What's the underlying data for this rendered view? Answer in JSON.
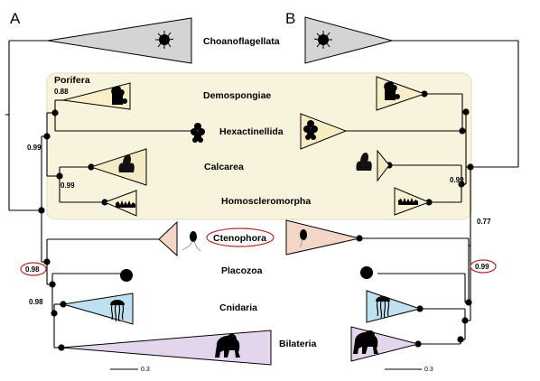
{
  "colors": {
    "choanoflagellata": "#d4d4d4",
    "porifera_box": "#f7f3dd",
    "porifera_box_stroke": "#e2dcb4",
    "demospongiae": "#f8efc8",
    "hexactinellida": "#f6ecc0",
    "calcarea": "#f4ebc6",
    "homoscleromorpha": "#f6efd0",
    "ctenophora": "#f3d6c6",
    "cnidaria": "#bfe0f0",
    "bilateria": "#e3d6ec",
    "highlight_circle": "#b52a2a"
  },
  "panels": {
    "left": "A",
    "right": "B"
  },
  "clades": {
    "choanoflagellata": "Choanoflagellata",
    "porifera": "Porifera",
    "demospongiae": "Demospongiae",
    "hexactinellida": "Hexactinellida",
    "calcarea": "Calcarea",
    "homoscleromorpha": "Homoscleromorpha",
    "ctenophora": "Ctenophora",
    "placozoa": "Placozoa",
    "cnidaria": "Cnidaria",
    "bilateria": "Bilateria"
  },
  "supports": {
    "left_demospongiae_hexactinellida": "0.88",
    "left_porifera": "0.99",
    "left_calcarea_homoscleromorpha": "0.99",
    "left_ctenophora_rest": "0.98",
    "left_cnidaria_bilateria": "0.98",
    "right_calcarea_homoscleromorpha": "0.99",
    "right_porifera": "0.77",
    "right_placozoa_ctenophora": "0.99"
  },
  "scale_bars": {
    "left": "0.3",
    "right": "0.3"
  },
  "icons": {
    "choanoflagellata": "choanoflagellate-icon",
    "demospongiae": "demosponge-icon",
    "hexactinellida": "glass-sponge-icon",
    "calcarea": "calcareous-sponge-icon",
    "homoscleromorpha": "homoscleromorph-icon",
    "ctenophora": "comb-jelly-icon",
    "placozoa": "placozoan-icon",
    "cnidaria": "jellyfish-icon",
    "bilateria": "gorilla-icon"
  }
}
